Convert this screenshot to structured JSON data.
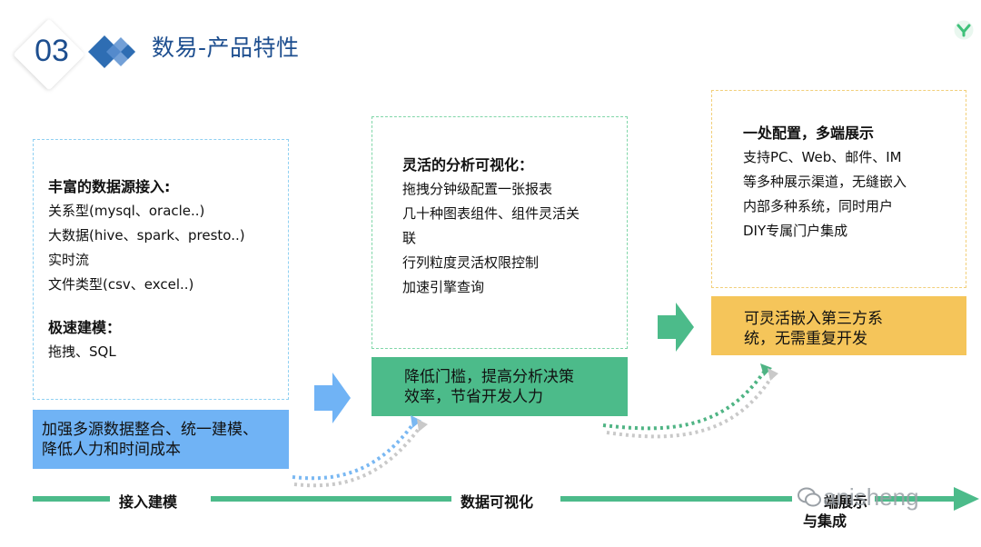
{
  "header": {
    "section_number": "03",
    "title": "数易-产品特性"
  },
  "column1": {
    "heading1": "丰富的数据源接入:",
    "items1": [
      "关系型(mysql、oracle..)",
      "大数据(hive、spark、presto..)",
      "实时流",
      "文件类型(csv、excel..)"
    ],
    "heading2": "极速建模：",
    "items2": [
      "拖拽、SQL"
    ],
    "banner_lines": [
      "加强多源数据整合、统一建模、",
      "降低人力和时间成本"
    ]
  },
  "column2": {
    "heading": "灵活的分析可视化：",
    "items": [
      "拖拽分钟级配置一张报表",
      "几十种图表组件、组件灵活关",
      "联",
      "行列粒度灵活权限控制",
      "加速引擎查询"
    ],
    "banner_lines": [
      "降低门槛，提高分析决策",
      "效率，节省开发人力"
    ]
  },
  "column3": {
    "heading": "一处配置，多端展示",
    "items": [
      "支持PC、Web、邮件、IM",
      "等多种展示渠道，无缝嵌入",
      "内部多种系统，同时用户",
      "DIY专属门户集成"
    ],
    "banner_lines": [
      "可灵活嵌入第三方系",
      "统，无需重复开发"
    ]
  },
  "timeline": {
    "stage1": "接入建模",
    "stage2": "数据可视化",
    "stage3_line1": "端展示",
    "stage3_line2": "与集成"
  },
  "watermark": "anisheng",
  "colors": {
    "title_blue": "#1d4e8f",
    "light_blue": "#70b3f5",
    "green": "#4cbb8a",
    "yellow": "#f5c55a",
    "logo_green": "#3fc17a"
  }
}
